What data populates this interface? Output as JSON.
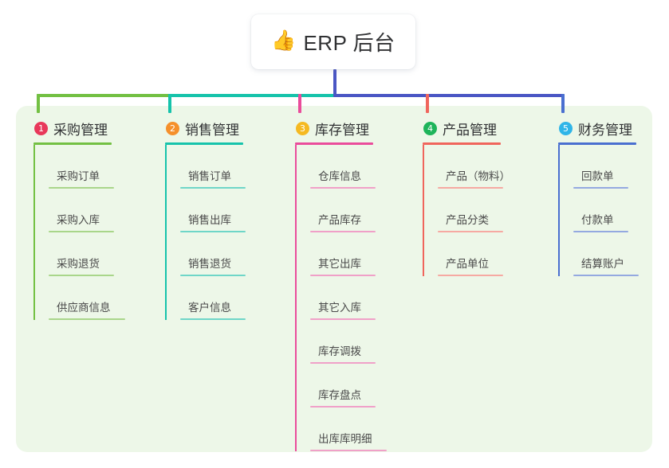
{
  "root": {
    "icon": "thumbs-up-icon",
    "icon_glyph": "👍",
    "title": "ERP 后台"
  },
  "theme": {
    "panel_bg": "#edf7e8",
    "page_bg": "#ffffff",
    "title_text": "#303133",
    "item_text": "#4a4a4a",
    "trunk": "#4a56c4"
  },
  "connector": {
    "segments": [
      {
        "name": "segment-green",
        "color": "#73c043"
      },
      {
        "name": "segment-teal",
        "color": "#16c3ab"
      },
      {
        "name": "segment-blue",
        "color": "#4a56c4"
      }
    ]
  },
  "columns": [
    {
      "number": "1",
      "title": "采购管理",
      "badge_color": "#e8385a",
      "line_color": "#73c043",
      "item_line_color": "#a9d68a",
      "items": [
        "采购订单",
        "采购入库",
        "采购退货",
        "供应商信息"
      ]
    },
    {
      "number": "2",
      "title": "销售管理",
      "badge_color": "#f5902b",
      "line_color": "#16c3ab",
      "item_line_color": "#6fd6c8",
      "items": [
        "销售订单",
        "销售出库",
        "销售退货",
        "客户信息"
      ]
    },
    {
      "number": "3",
      "title": "库存管理",
      "badge_color": "#f5b921",
      "line_color": "#ea4c9b",
      "item_line_color": "#f0a0c8",
      "items": [
        "仓库信息",
        "产品库存",
        "其它出库",
        "其它入库",
        "库存调拨",
        "库存盘点",
        "出库库明细"
      ]
    },
    {
      "number": "4",
      "title": "产品管理",
      "badge_color": "#1eb45a",
      "line_color": "#f0655c",
      "item_line_color": "#f6a9a2",
      "items": [
        "产品（物料）",
        "产品分类",
        "产品单位"
      ]
    },
    {
      "number": "5",
      "title": "财务管理",
      "badge_color": "#2fb5e8",
      "line_color": "#4a6fd0",
      "item_line_color": "#94a9e0",
      "items": [
        "回款单",
        "付款单",
        "结算账户"
      ]
    }
  ]
}
